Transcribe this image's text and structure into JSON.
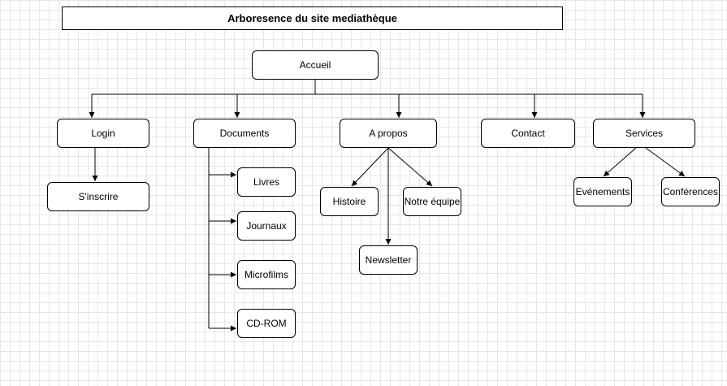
{
  "title": "Arboresence du site mediathèque",
  "nodes": {
    "accueil": "Accueil",
    "login": "Login",
    "sinscrire": "S'inscrire",
    "documents": "Documents",
    "livres": "Livres",
    "journaux": "Journaux",
    "microfilms": "Microfilms",
    "cdrom": "CD-ROM",
    "apropos": "A propos",
    "histoire": "Histoire",
    "notre_equipe": "Notre équipe",
    "newsletter": "Newsletter",
    "contact": "Contact",
    "services": "Services",
    "evenements": "Evénements",
    "conferences": "Conférences"
  },
  "colors": {
    "line": "#000000",
    "grid": "#e6e6e6"
  }
}
